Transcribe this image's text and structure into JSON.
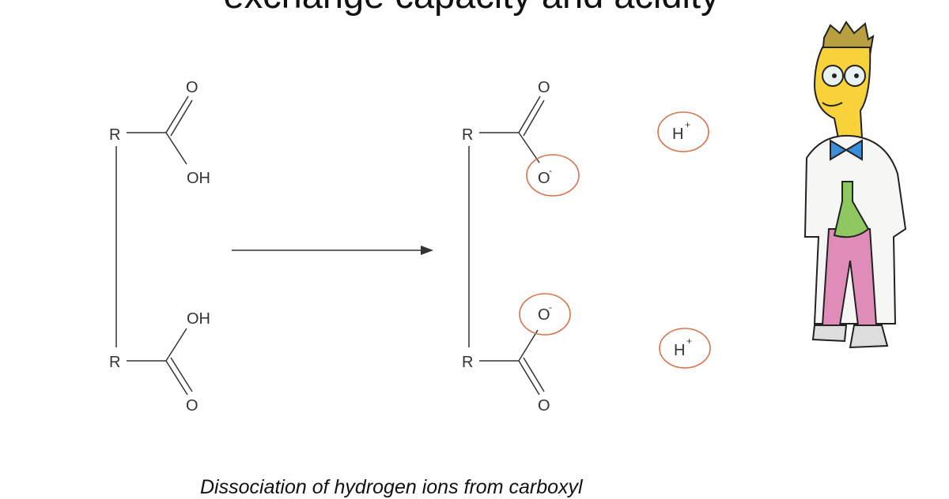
{
  "slide": {
    "title": "exchange capacity and acidity",
    "caption": "Dissociation of hydrogen ions from carboxyl"
  },
  "diagram": {
    "reactant": {
      "r_top": "R",
      "r_bottom": "R",
      "o_top": "O",
      "oh_top": "OH",
      "oh_bottom": "OH",
      "o_bottom": "O"
    },
    "product": {
      "r_top": "R",
      "r_bottom": "R",
      "o_top": "O",
      "o_minus_top": "O",
      "o_minus_bottom": "O",
      "o_bottom": "O",
      "minus": "-"
    },
    "ions": {
      "h": "H",
      "plus": "+"
    },
    "colors": {
      "highlight_circle": "#d9734a",
      "bond": "#333333"
    }
  }
}
